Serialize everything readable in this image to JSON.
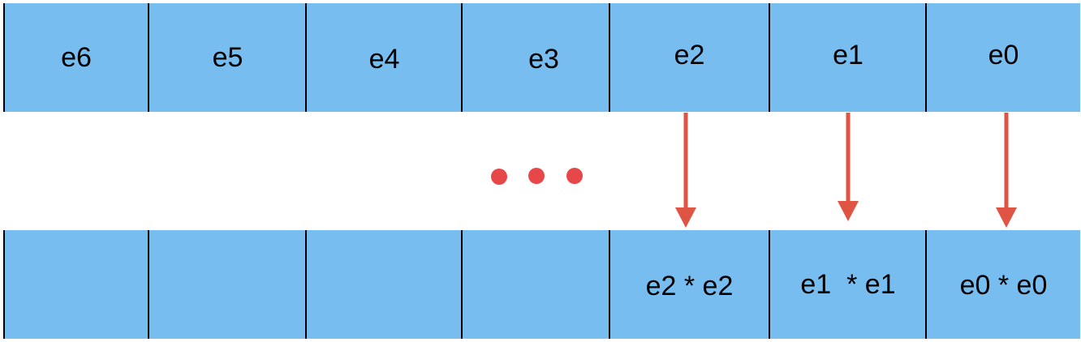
{
  "top_row": {
    "cells": [
      "e6",
      "e5",
      "e4",
      "e3",
      "e2",
      "e1",
      "e0"
    ]
  },
  "bottom_row": {
    "cells": [
      "",
      "",
      "",
      "",
      "e2 * e2",
      "e1  * e1",
      "e0 * e0"
    ]
  },
  "colors": {
    "cell_fill": "#77bdf0",
    "divider": "#000000",
    "arrow": "#e05444",
    "ellipsis": "#e8474a"
  },
  "icons": {
    "ellipsis": "ellipsis-dots-icon",
    "arrow": "arrow-down-icon"
  }
}
